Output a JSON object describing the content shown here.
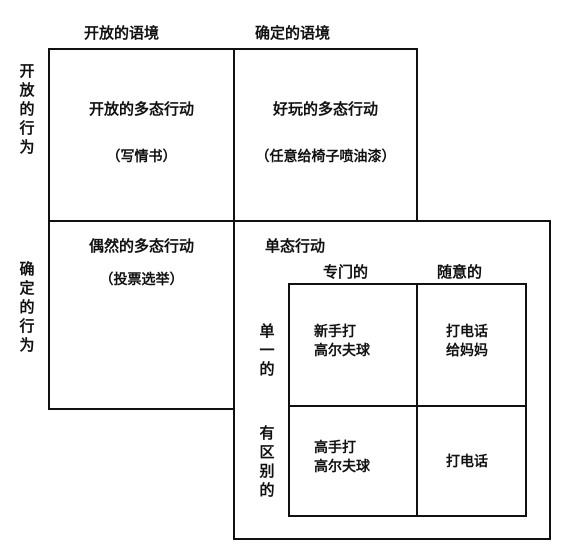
{
  "columns": {
    "open_context": "开放的语境",
    "fixed_context": "确定的语境"
  },
  "rows": {
    "open_behavior": "开放的行为",
    "fixed_behavior": "确定的行为"
  },
  "quadrants": {
    "open_open": {
      "title": "开放的多态行动",
      "example": "（写情书）"
    },
    "open_fixed": {
      "title": "好玩的多态行动",
      "example": "（任意给椅子喷油漆）"
    },
    "fixed_open": {
      "title": "偶然的多态行动",
      "example": "（投票选举）"
    },
    "fixed_fixed": {
      "title": "单态行动"
    }
  },
  "sub_matrix": {
    "col_specialized": "专门的",
    "col_casual": "随意的",
    "row_single": "单一的",
    "row_distinct": "有区别的",
    "cells": {
      "single_specialized": [
        "新手打",
        "高尔夫球"
      ],
      "single_casual": [
        "打电话",
        "给妈妈"
      ],
      "distinct_specialized": [
        "高手打",
        "高尔夫球"
      ],
      "distinct_casual": [
        "打电话"
      ]
    }
  }
}
